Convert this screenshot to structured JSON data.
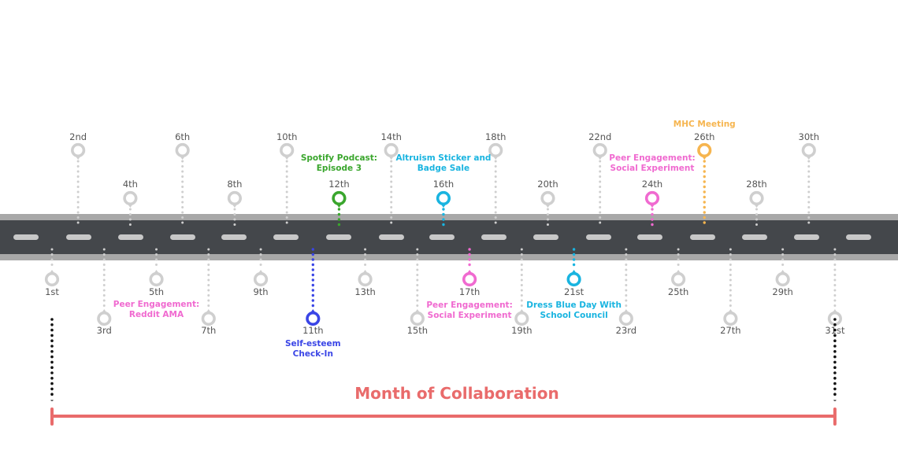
{
  "title": "Month of Collaboration",
  "colors": {
    "road": "#44474b",
    "road_edge": "#a8a8a8",
    "dash": "#c8c8c8",
    "neutral": "#cfcfcf",
    "label_text": "#555555",
    "blue": "#3a45e6",
    "green": "#3aa62d",
    "cyan": "#19b4e0",
    "pink": "#f06ad0",
    "orange": "#f6b54f",
    "accent": "#e96b6b",
    "black": "#111111"
  },
  "days": [
    {
      "label": "1st",
      "side": "below",
      "tier": "near"
    },
    {
      "label": "2nd",
      "side": "above",
      "tier": "far"
    },
    {
      "label": "3rd",
      "side": "below",
      "tier": "far"
    },
    {
      "label": "4th",
      "side": "above",
      "tier": "near"
    },
    {
      "label": "5th",
      "side": "below",
      "tier": "near"
    },
    {
      "label": "6th",
      "side": "above",
      "tier": "far"
    },
    {
      "label": "7th",
      "side": "below",
      "tier": "far"
    },
    {
      "label": "8th",
      "side": "above",
      "tier": "near"
    },
    {
      "label": "9th",
      "side": "below",
      "tier": "near"
    },
    {
      "label": "10th",
      "side": "above",
      "tier": "far"
    },
    {
      "label": "11th",
      "side": "below",
      "tier": "far",
      "color": "blue",
      "event": [
        "Self-esteem",
        "Check-In"
      ]
    },
    {
      "label": "12th",
      "side": "above",
      "tier": "near",
      "color": "green",
      "event": [
        "Spotify Podcast:",
        "Episode 3"
      ]
    },
    {
      "label": "13th",
      "side": "below",
      "tier": "near"
    },
    {
      "label": "14th",
      "side": "above",
      "tier": "far"
    },
    {
      "label": "15th",
      "side": "below",
      "tier": "far"
    },
    {
      "label": "16th",
      "side": "above",
      "tier": "near",
      "color": "cyan",
      "event": [
        "Altruism Sticker and",
        "Badge Sale"
      ]
    },
    {
      "label": "17th",
      "side": "below",
      "tier": "near",
      "color": "pink",
      "event": [
        "Peer Engagement:",
        "Social Experiment"
      ]
    },
    {
      "label": "18th",
      "side": "above",
      "tier": "far"
    },
    {
      "label": "19th",
      "side": "below",
      "tier": "far"
    },
    {
      "label": "20th",
      "side": "above",
      "tier": "near"
    },
    {
      "label": "21st",
      "side": "below",
      "tier": "near",
      "color": "cyan",
      "event": [
        "Dress Blue Day With",
        "School Council"
      ]
    },
    {
      "label": "22nd",
      "side": "above",
      "tier": "far"
    },
    {
      "label": "23rd",
      "side": "below",
      "tier": "far"
    },
    {
      "label": "24th",
      "side": "above",
      "tier": "near",
      "color": "pink",
      "event": [
        "Peer Engagement:",
        "Social Experiment"
      ]
    },
    {
      "label": "25th",
      "side": "below",
      "tier": "near"
    },
    {
      "label": "26th",
      "side": "above",
      "tier": "far",
      "color": "orange",
      "event": [
        "MHC Meeting"
      ]
    },
    {
      "label": "27th",
      "side": "below",
      "tier": "far"
    },
    {
      "label": "28th",
      "side": "above",
      "tier": "near"
    },
    {
      "label": "29th",
      "side": "below",
      "tier": "near"
    },
    {
      "label": "30th",
      "side": "above",
      "tier": "far"
    },
    {
      "label": "31st",
      "side": "below",
      "tier": "far"
    }
  ],
  "extra_events": [
    {
      "day_index": 4,
      "color": "pink",
      "event": [
        "Peer Engagement:",
        "Reddit AMA"
      ]
    }
  ]
}
